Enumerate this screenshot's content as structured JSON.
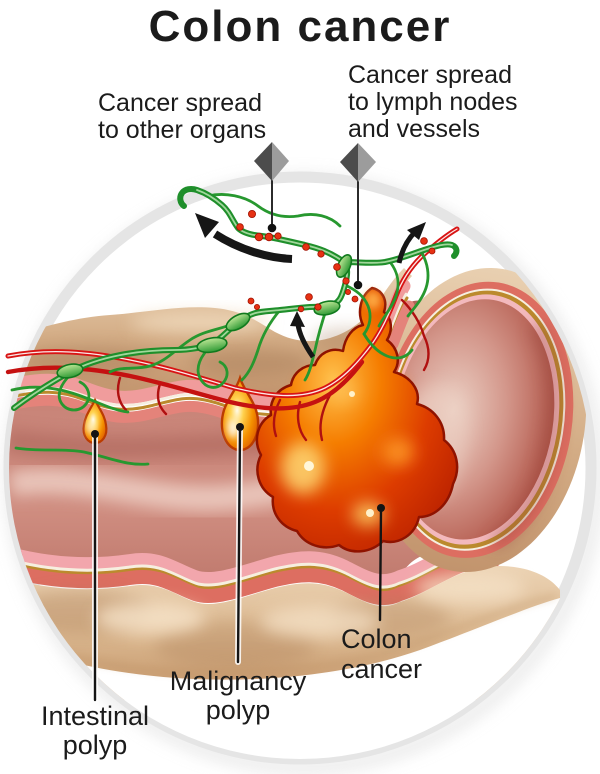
{
  "title": "Colon cancer",
  "labels": {
    "spread_organs": "Cancer spread\nto other organs",
    "spread_lymph": "Cancer spread\nto lymph nodes\nand vessels",
    "intestinal_polyp": "Intestinal\npolyp",
    "malignancy_polyp": "Malignancy\npolyp",
    "colon_cancer": "Colon\ncancer"
  },
  "figure": {
    "type": "medical-illustration",
    "subject": "Cut-away colon segment in a circle showing an intestinal polyp, a malignancy polyp, a colon cancer tumor, and cancer spread along lymph and blood vessels",
    "colors": {
      "lymph_vessel_green": "#1f8f2b",
      "lymph_node_green": "#3aa23c",
      "blood_vessel_red": "#d81414",
      "cancer_cell_dot": "#e63113",
      "tumor_red": "#c32400",
      "polyp_orange": "#f49000",
      "wall_pink": "#f09c9c",
      "wall_salmon": "#dd6e61",
      "wall_gold_line": "#bb8a2d",
      "serosa_tan": "#d9b894",
      "interior_rose": "#c5837a",
      "circle_border": "#e5e5e5",
      "pointer_dark": "#4c4c4c",
      "pointer_light": "#9c9c9c",
      "arrow_black": "#1a1a1a",
      "text_black": "#1b1b1b"
    }
  }
}
